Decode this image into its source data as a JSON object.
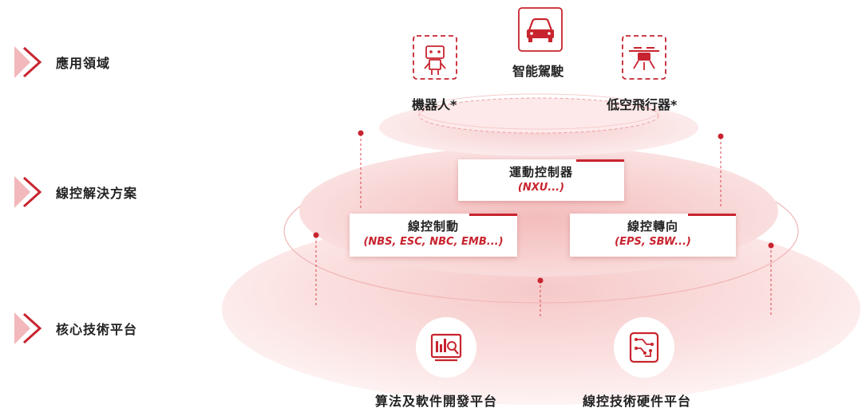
{
  "layers": {
    "application": "應用領域",
    "solutions": "線控解決方案",
    "core": "核心技術平台"
  },
  "applications": {
    "autonomous_driving": "智能駕駛",
    "robotics": "機器人*",
    "low_altitude": "低空飛行器*"
  },
  "solutions": {
    "motion_controller": {
      "title": "運動控制器",
      "sub": "(NXU...)"
    },
    "brake_by_wire": {
      "title": "線控制動",
      "sub": "(NBS, ESC, NBC, EMB...)"
    },
    "steer_by_wire": {
      "title": "線控轉向",
      "sub": "(EPS, SBW...)"
    }
  },
  "platforms": {
    "algorithm_software": "算法及軟件開發平台",
    "wire_control_hardware": "線控技術硬件平台"
  },
  "colors": {
    "accent": "#c8242f",
    "pink_light": "#fbe6e6",
    "pink_mid": "#f3b8b8"
  }
}
